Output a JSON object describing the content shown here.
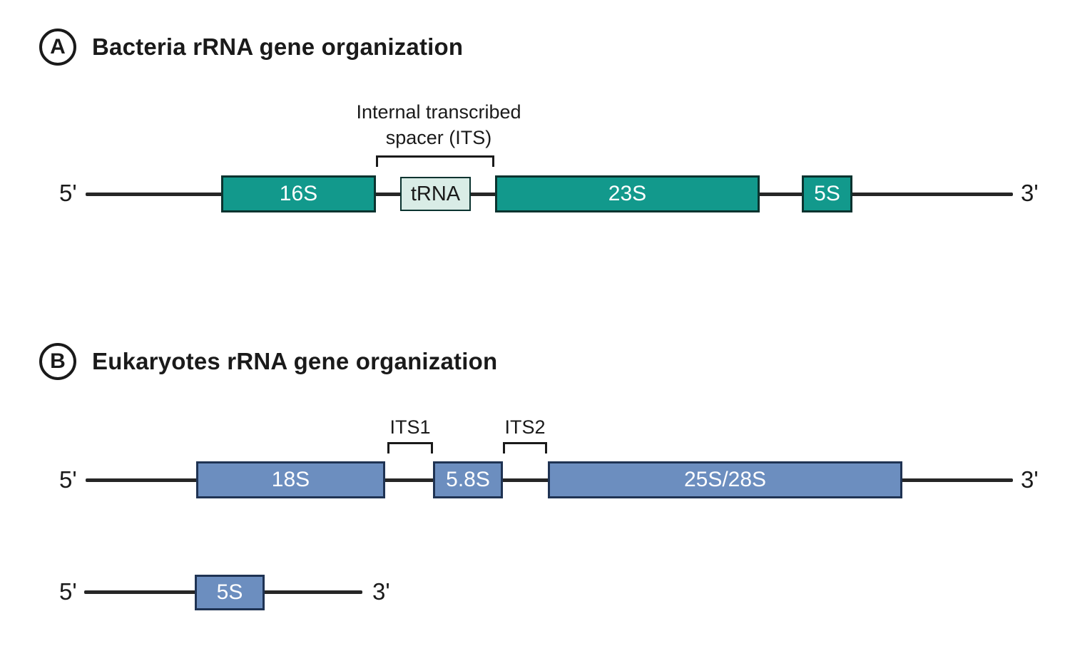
{
  "colors": {
    "teal-fill": "#12998C",
    "teal-border": "#0B332F",
    "mint-fill": "#D9ECE6",
    "blue-fill": "#6C8EBF",
    "blue-border": "#1F3353",
    "line": "#262626",
    "text": "#1A1A1A"
  },
  "section_a": {
    "badge": "A",
    "title": "Bacteria rRNA gene organization",
    "its_annotation": {
      "line1": "Internal transcribed",
      "line2": "spacer (ITS)"
    },
    "track": {
      "five_prime": "5'",
      "three_prime": "3'",
      "genes": [
        {
          "label": "16S"
        },
        {
          "label": "tRNA"
        },
        {
          "label": "23S"
        },
        {
          "label": "5S"
        }
      ]
    }
  },
  "section_b": {
    "badge": "B",
    "title": "Eukaryotes rRNA gene organization",
    "its1_label": "ITS1",
    "its2_label": "ITS2",
    "main_track": {
      "five_prime": "5'",
      "three_prime": "3'",
      "genes": [
        {
          "label": "18S"
        },
        {
          "label": "5.8S"
        },
        {
          "label": "25S/28S"
        }
      ]
    },
    "five_s_track": {
      "five_prime": "5'",
      "three_prime": "3'",
      "genes": [
        {
          "label": "5S"
        }
      ]
    }
  }
}
